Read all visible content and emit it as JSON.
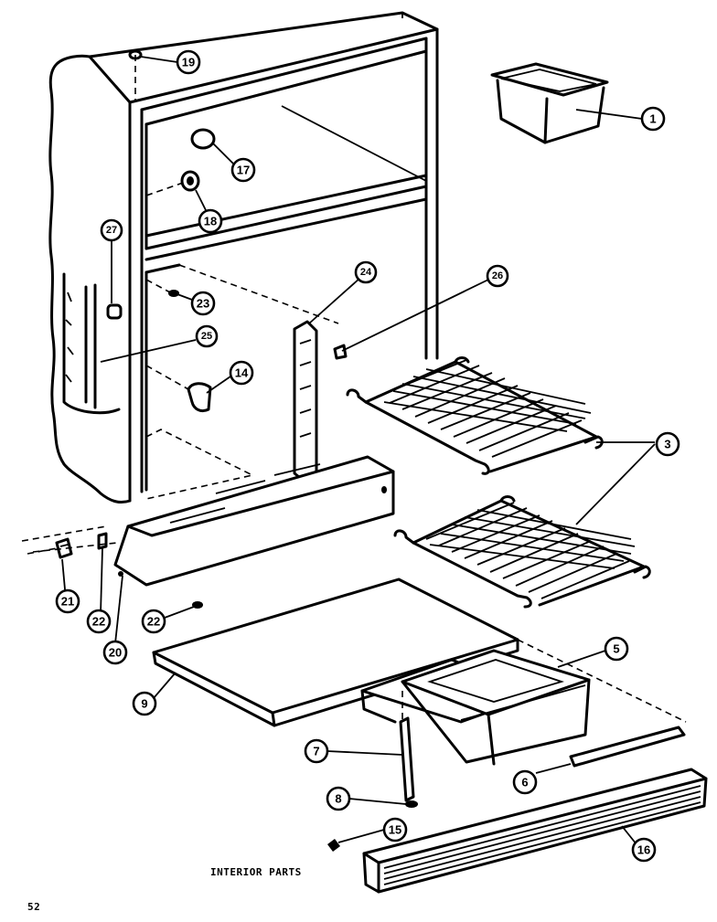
{
  "caption": "INTERIOR PARTS",
  "page_number": "52",
  "callouts": [
    "1",
    "3",
    "5",
    "6",
    "7",
    "8",
    "9",
    "14",
    "15",
    "16",
    "17",
    "18",
    "19",
    "20",
    "21",
    "22",
    "22",
    "23",
    "24",
    "25",
    "26",
    "27"
  ]
}
